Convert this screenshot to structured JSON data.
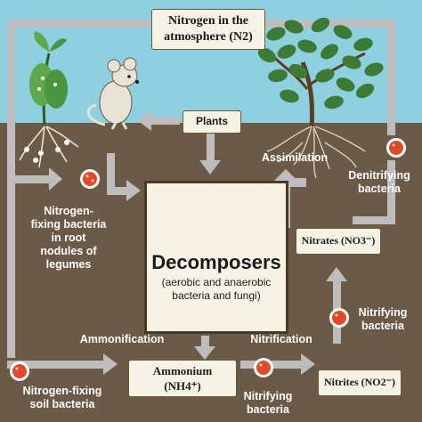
{
  "boxes": {
    "atmosphere_line1": "Nitrogen in the",
    "atmosphere_line2": "atmosphere (N2)",
    "plants": "Plants",
    "nitrates": "Nitrates (NO3⁻)",
    "ammonium_line1": "Ammonium",
    "ammonium_line2": "(NH4⁺)",
    "nitrites": "Nitrites (NO2⁻)"
  },
  "decomposers": {
    "title": "Decomposers",
    "sub_line1": "(aerobic and anaerobic",
    "sub_line2": "bacteria and fungi)"
  },
  "labels": {
    "nitrogen_fixing_line1": "Nitrogen-",
    "nitrogen_fixing_line2": "fixing bacteria",
    "nitrogen_fixing_line3": "in root",
    "nitrogen_fixing_line4": "nodules of",
    "nitrogen_fixing_line5": "legumes",
    "assimilation": "Assimilation",
    "denitrifying_line1": "Denitrifying",
    "denitrifying_line2": "bacteria",
    "nitrifying_right_line1": "Nitrifying",
    "nitrifying_right_line2": "bacteria",
    "ammonification": "Ammonification",
    "nitrification": "Nitrification",
    "soil_line1": "Nitrogen-fixing",
    "soil_line2": "soil bacteria",
    "nitrifying_bottom_line1": "Nitrifying",
    "nitrifying_bottom_line2": "bacteria"
  },
  "colors": {
    "sky": "#8ecfe0",
    "soil": "#6b5a47",
    "arrow": "#b9b9b9",
    "box_fill": "#f6f3e6",
    "bacteria": "#e04a2a",
    "plant_green": "#3d7a35",
    "leaf_green": "#4f8c3a"
  }
}
